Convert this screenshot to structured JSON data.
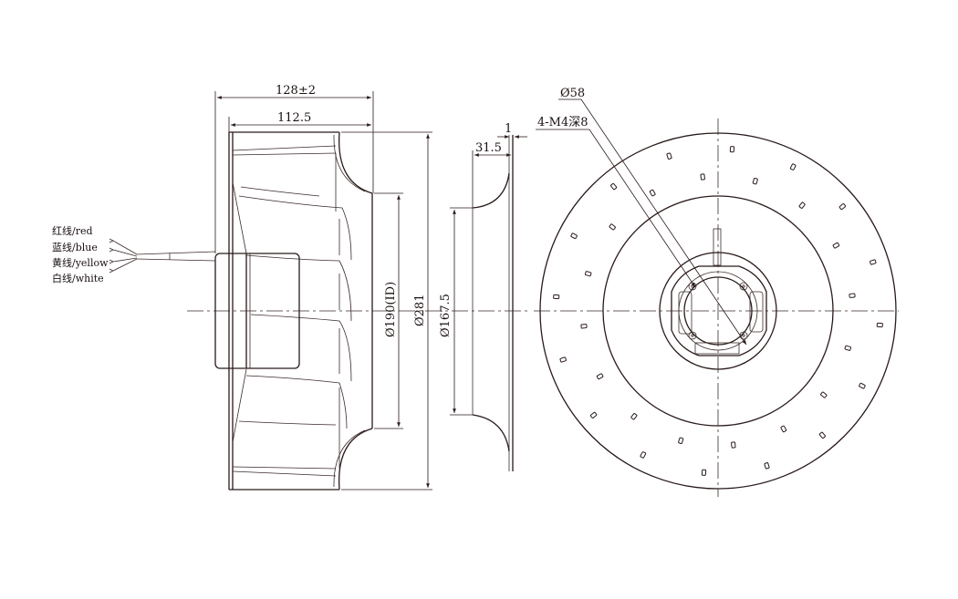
{
  "dimensions": {
    "overall_width": "128±2",
    "blade_width": "112.5",
    "inlet_height": "31.5",
    "inlet_lip": "1",
    "diameter_id": "Ø190(ID)",
    "diameter_outer": "Ø281",
    "diameter_inlet": "Ø167.5",
    "hub_diameter": "Ø58",
    "mount_holes": "4-M4深8"
  },
  "wires": [
    {
      "label": "红线/red",
      "color": "red"
    },
    {
      "label": "蓝线/blue",
      "color": "blue"
    },
    {
      "label": "黄线/yellow",
      "color": "yellow"
    },
    {
      "label": "白线/white",
      "color": "white"
    }
  ]
}
